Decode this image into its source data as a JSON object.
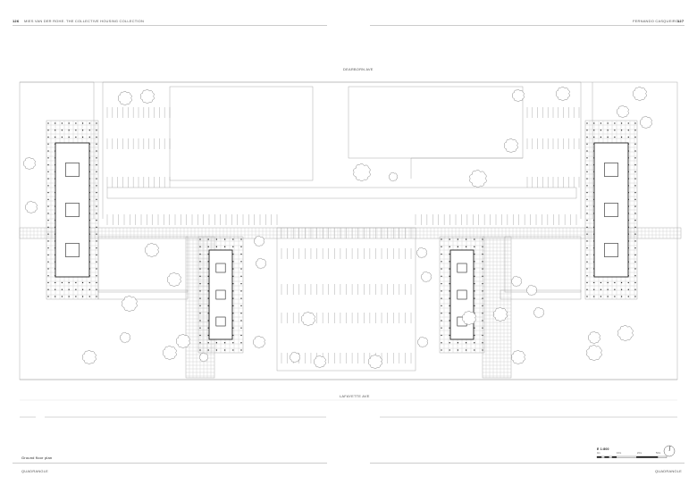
{
  "header": {
    "left_page_number": "126",
    "left_title": "MIES VAN DER ROHE. THE COLLECTIVE HOUSING COLLECTION",
    "right_author": "FERNANDO CASQUEIRO",
    "right_page_number": "127"
  },
  "plan": {
    "street_top": "DEARBORN AVE",
    "street_bottom": "LAFAYETTE AVE",
    "caption": "Ground floor plan",
    "scale_label": "E 1:800",
    "scale_ticks": [
      "0m",
      "10m",
      "20m",
      "50m"
    ],
    "north_arrow": "north-arrow-icon"
  },
  "footer": {
    "left_section": "QUADRANGLE",
    "right_section": "QUADRANGLE"
  }
}
